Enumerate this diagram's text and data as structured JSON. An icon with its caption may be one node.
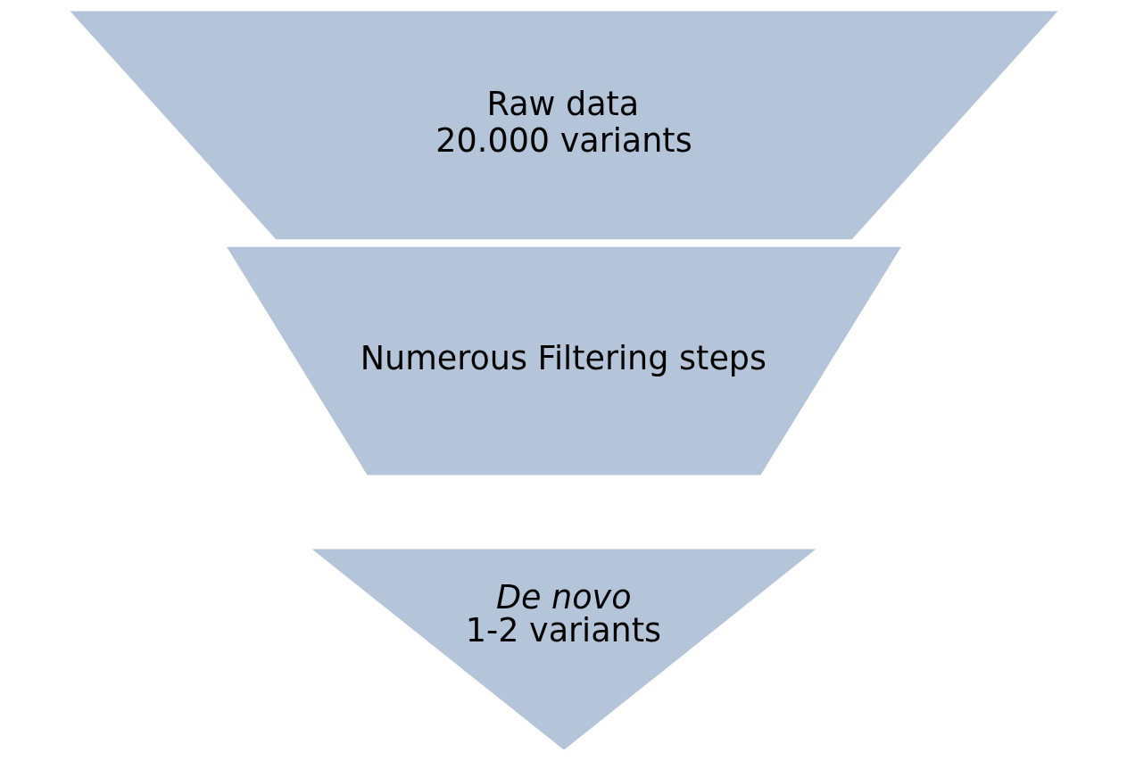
{
  "diagram": {
    "nodes": [
      {
        "text": [
          "Raw data",
          "20.000 variants"
        ]
      },
      {
        "text": [
          "Numerous Filtering steps"
        ]
      },
      {
        "text": [
          "De novo",
          "1-2 variants"
        ]
      }
    ]
  }
}
